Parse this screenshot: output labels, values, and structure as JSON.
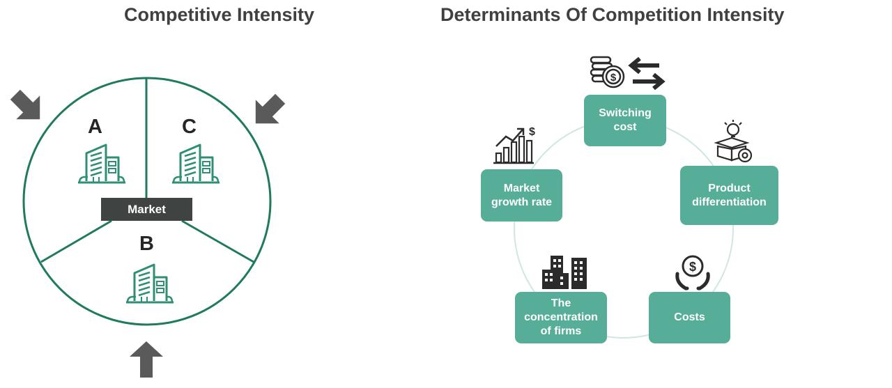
{
  "left": {
    "title": "Competitive Intensity",
    "market_label": "Market",
    "segments": [
      "A",
      "C",
      "B"
    ]
  },
  "right": {
    "title": "Determinants Of Competition Intensity",
    "factors": [
      {
        "label": "Switching cost",
        "icon": "coins-exchange-icon"
      },
      {
        "label": "Product differentiation",
        "icon": "box-lightbulb-gear-icon"
      },
      {
        "label": "Costs",
        "icon": "hands-dollar-icon"
      },
      {
        "label": "The concentration of firms",
        "icon": "city-buildings-icon"
      },
      {
        "label": "Market growth rate",
        "icon": "growth-chart-dollar-icon"
      }
    ]
  },
  "colors": {
    "teal": "#56ae99",
    "ring": "#1f7a60",
    "building": "#2f8f75",
    "arrow": "#5a5a5a",
    "title": "#404040",
    "market_bar": "#3f4443"
  }
}
